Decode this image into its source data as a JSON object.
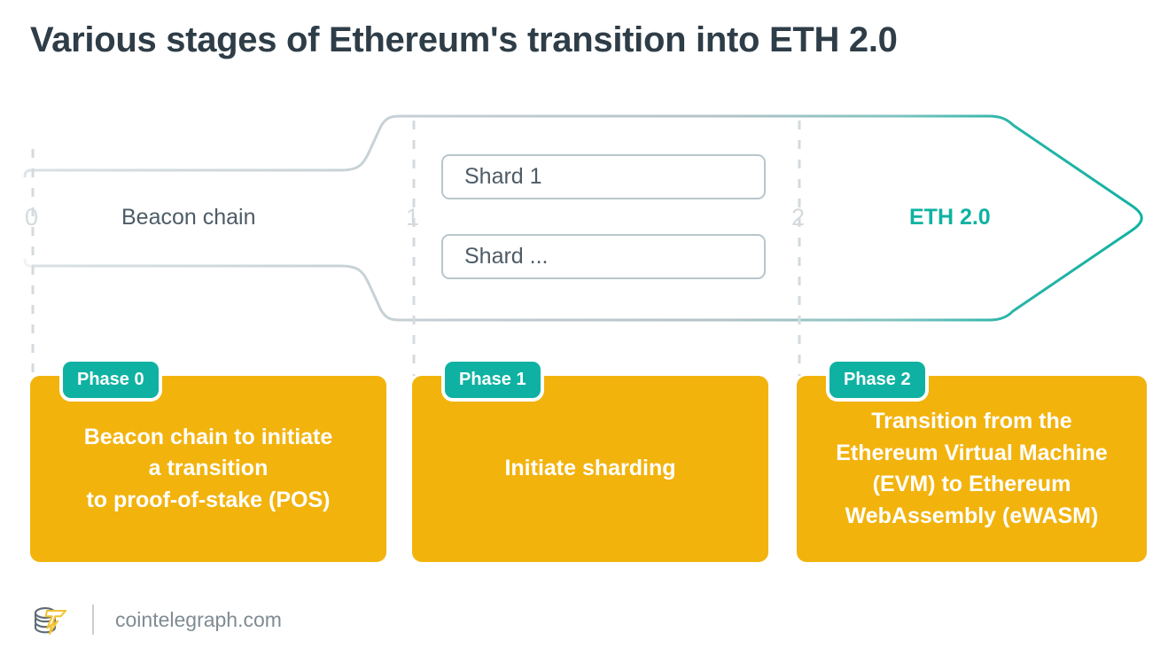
{
  "page": {
    "title": "Various stages of Ethereum's transition into ETH 2.0",
    "background_color": "#ffffff"
  },
  "colors": {
    "title_text": "#2e3d47",
    "accent_teal": "#0fb2a2",
    "card_orange": "#f2b30d",
    "outline_grey": "#c6d0d5",
    "body_text": "#4d5c67",
    "stage_number": "#d4dadd",
    "footer_text": "#7f8b93",
    "logo_yellow": "#f2c230"
  },
  "diagram": {
    "type": "process-arrow",
    "stages": [
      {
        "number": "0",
        "label": "Beacon chain",
        "label_color": "#4d5c67"
      },
      {
        "number": "1",
        "label": "",
        "boxes": [
          {
            "label": "Shard 1"
          },
          {
            "label": "Shard ..."
          }
        ]
      },
      {
        "number": "2",
        "label": "ETH 2.0",
        "label_color": "#0fb2a2"
      }
    ]
  },
  "phases": [
    {
      "badge": "Phase 0",
      "lines": [
        "Beacon chain to initiate",
        "a transition",
        "to proof-of-stake (POS)"
      ]
    },
    {
      "badge": "Phase 1",
      "lines": [
        "Initiate sharding"
      ]
    },
    {
      "badge": "Phase 2",
      "lines": [
        "Transition from the",
        "Ethereum Virtual Machine",
        "(EVM) to Ethereum",
        "WebAssembly (eWASM)"
      ]
    }
  ],
  "footer": {
    "logo_name": "cointelegraph-logo",
    "site": "cointelegraph.com"
  }
}
